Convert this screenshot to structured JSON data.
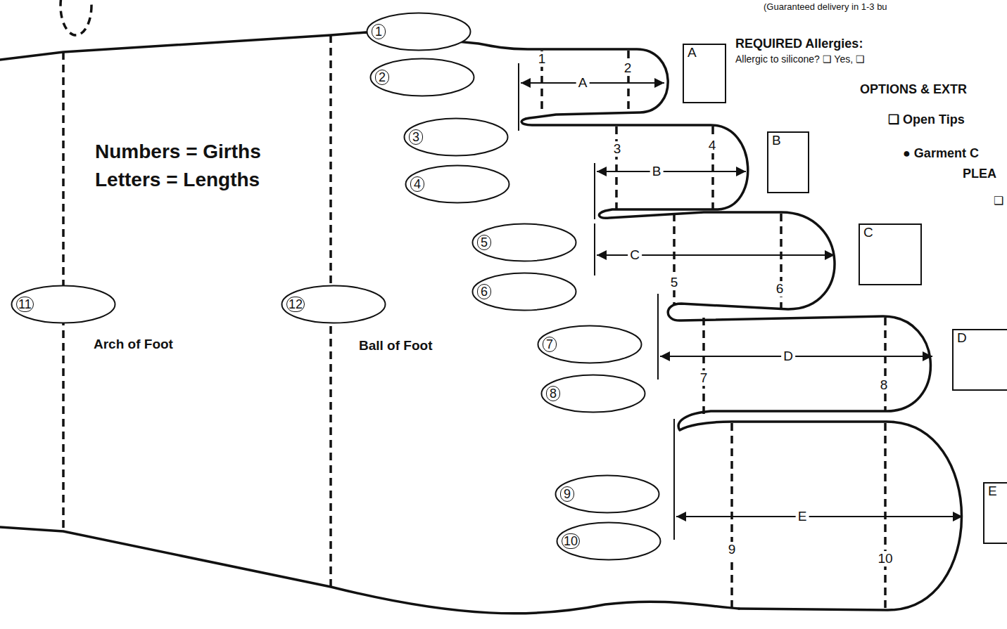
{
  "diagram": {
    "nodes": [
      {
        "text": [
          "1"
        ]
      },
      {
        "text": [
          "2"
        ]
      },
      {
        "text": [
          "3"
        ]
      },
      {
        "text": [
          "4"
        ]
      },
      {
        "text": [
          "5"
        ]
      },
      {
        "text": [
          "6"
        ]
      },
      {
        "text": [
          "7"
        ]
      },
      {
        "text": [
          "8"
        ]
      },
      {
        "text": [
          "9"
        ]
      },
      {
        "text": [
          "10"
        ]
      },
      {
        "text": [
          "11"
        ]
      },
      {
        "text": [
          "12"
        ]
      },
      {
        "text": [
          "A"
        ]
      },
      {
        "text": [
          "B"
        ]
      },
      {
        "text": [
          "C"
        ]
      },
      {
        "text": [
          "D"
        ]
      },
      {
        "text": [
          "E"
        ]
      }
    ],
    "labels": [
      "Numbers = Girths",
      "Letters = Lengths",
      "Arch of Foot",
      "Ball of Foot",
      "1",
      "2",
      "3",
      "4",
      "5",
      "6",
      "7",
      "8",
      "9",
      "10",
      "A",
      "B",
      "C",
      "D",
      "E",
      "(Guaranteed delivery in 1-3 bu",
      "REQUIRED Allergies:",
      "Allergic to silicone? ❑ Yes, ❑",
      "OPTIONS & EXTR",
      "❑ Open Tips",
      "● Garment C",
      "PLEA",
      "❑"
    ]
  }
}
